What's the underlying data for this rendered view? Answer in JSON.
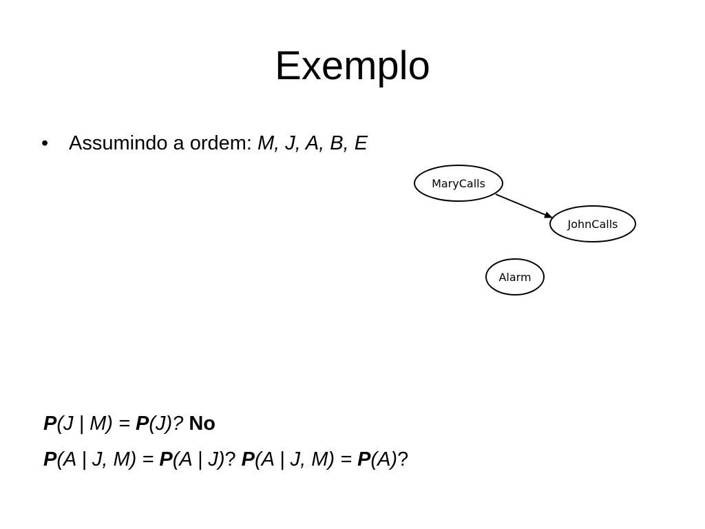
{
  "slide": {
    "title": "Exemplo",
    "bullet": {
      "marker": "•",
      "text": "Assumindo a ordem: ",
      "order_italic": "M, J, A, B, E"
    }
  },
  "diagram": {
    "nodes": [
      {
        "id": "marycalls",
        "label": "MaryCalls"
      },
      {
        "id": "johncalls",
        "label": "JohnCalls"
      },
      {
        "id": "alarm",
        "label": "Alarm"
      }
    ],
    "edges": [
      {
        "from": "MaryCalls",
        "to": "JohnCalls"
      }
    ]
  },
  "equations": {
    "line1": {
      "p1": "P",
      "part1": "(J | M) = ",
      "p2": "P",
      "part2": "(J)? ",
      "answer": "No"
    },
    "line2": {
      "p1": "P",
      "part1": "(A | J, M) = ",
      "p2": "P",
      "part2": "(A | J)",
      "q1": "? ",
      "p3": "P",
      "part3": "(A | J, M) = ",
      "p4": "P",
      "part4": "(A)",
      "q2": "?"
    }
  }
}
